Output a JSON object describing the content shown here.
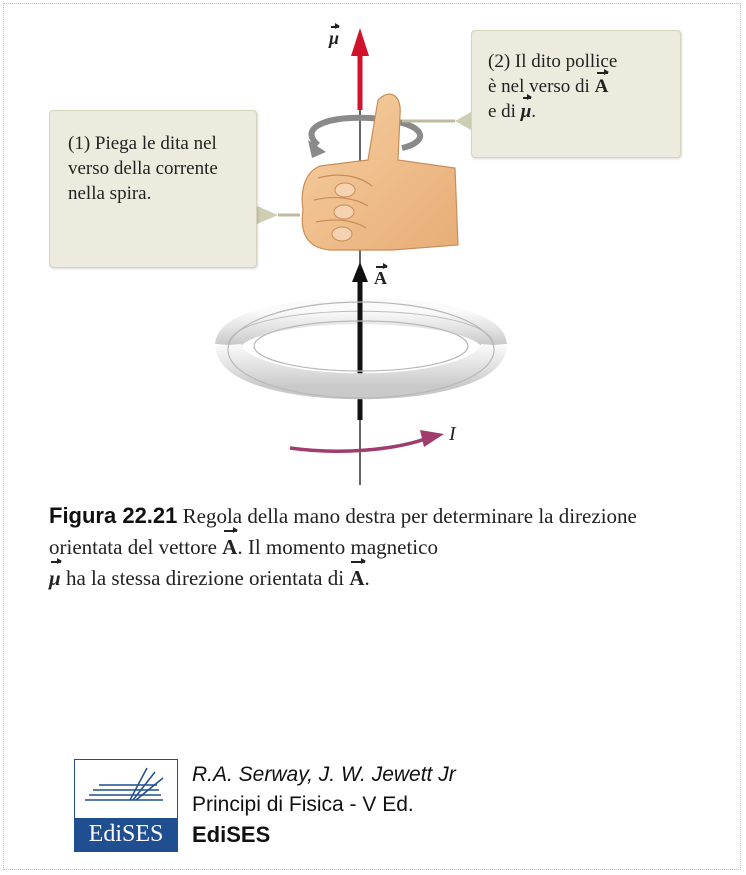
{
  "figure": {
    "label_mu": "μ",
    "label_A": "A",
    "label_I": "I",
    "callout_left": "(1) Piega le dita nel verso della corrente nella spira.",
    "callout_right": {
      "line1": "(2) Il dito pollice",
      "line2_pre": "è nel verso di ",
      "line2_vec": "A",
      "line3_pre": "e di ",
      "line3_vec": "μ",
      "line3_post": "."
    },
    "colors": {
      "mu_arrow": "#d0122a",
      "A_arrow": "#111111",
      "current_arrow": "#a03c6e",
      "callout_bg": "#ecebdd",
      "ring": "#e6e6e6",
      "hand": "#f2c08e"
    }
  },
  "caption": {
    "head": "Figura 22.21",
    "part1": " Regola della mano destra per determinare la direzione orientata del vettore ",
    "vec1": "A",
    "part2": ". Il momento magnetico ",
    "vec2": "μ",
    "part3": " ha la stessa direzione orientata di ",
    "vec3": "A",
    "part4": "."
  },
  "credit": {
    "logo_text": "EdiSES",
    "authors": "R.A. Serway, J. W. Jewett Jr",
    "book": "Principi di Fisica - V Ed.",
    "publisher": "EdiSES"
  }
}
